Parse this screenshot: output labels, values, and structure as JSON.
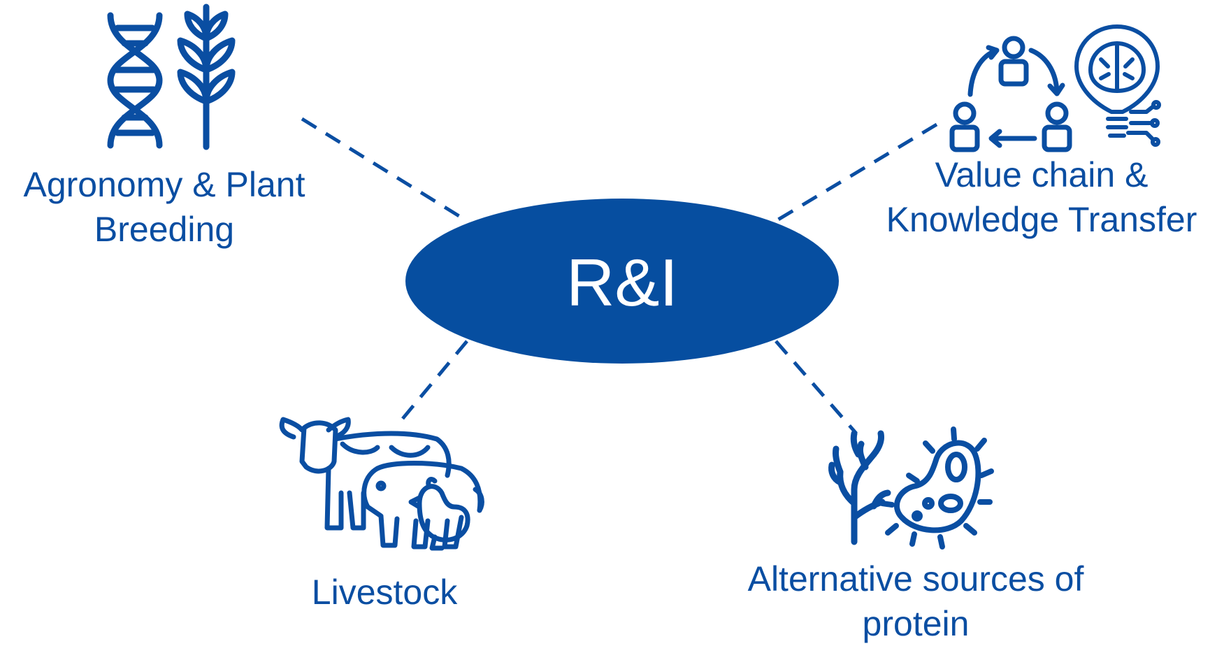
{
  "center": {
    "label": "R&I"
  },
  "nodes": [
    {
      "id": "agronomy",
      "lines": [
        "Agronomy & Plant",
        "Breeding"
      ],
      "icons": [
        "dna-icon",
        "wheat-icon"
      ]
    },
    {
      "id": "value-chain",
      "lines": [
        "Value chain &",
        "Knowledge Transfer"
      ],
      "icons": [
        "people-cycle-icon",
        "brain-lightbulb-icon"
      ]
    },
    {
      "id": "livestock",
      "lines": [
        "Livestock"
      ],
      "icons": [
        "cow-pig-chicken-icon"
      ]
    },
    {
      "id": "protein",
      "lines": [
        "Alternative sources of",
        "protein"
      ],
      "icons": [
        "seaweed-icon",
        "microbe-icon"
      ]
    }
  ],
  "colors": {
    "primary": "#0a4ea2",
    "center_fill": "#064ea0",
    "center_text": "#ffffff"
  }
}
